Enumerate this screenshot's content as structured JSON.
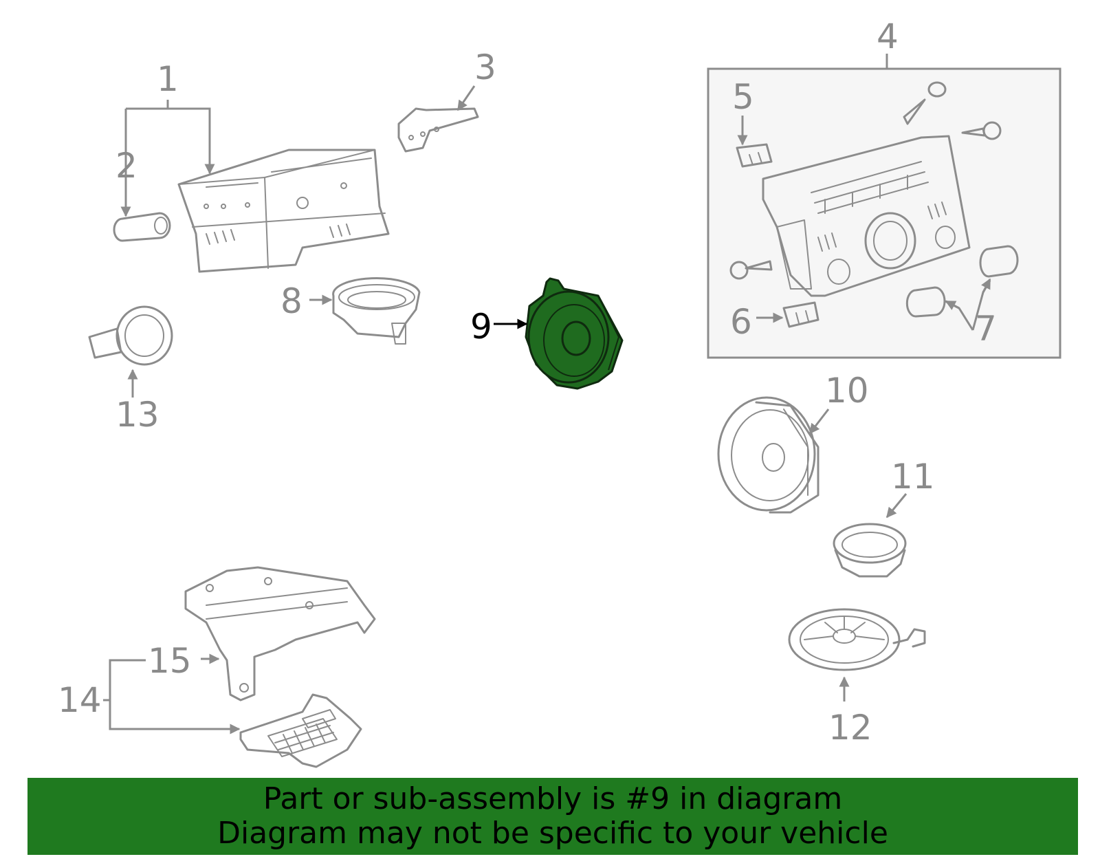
{
  "labels": {
    "p1": "1",
    "p2": "2",
    "p3": "3",
    "p4": "4",
    "p5": "5",
    "p6": "6",
    "p7": "7",
    "p8": "8",
    "p9": "9",
    "p10": "10",
    "p11": "11",
    "p12": "12",
    "p13": "13",
    "p14": "14",
    "p15": "15"
  },
  "highlight": {
    "part": "9",
    "color": "#1f6b1f"
  },
  "banner": {
    "line1": "Part or sub-assembly is #9 in diagram",
    "line2": "Diagram may not be specific to your vehicle",
    "color": "#1f7a1f"
  }
}
